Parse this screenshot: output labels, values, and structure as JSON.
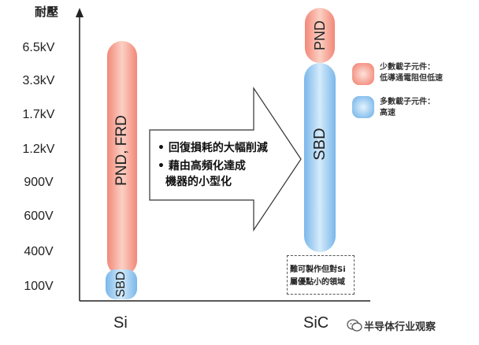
{
  "axis": {
    "title": "耐壓",
    "levels": [
      "6.5kV",
      "3.3kV",
      "1.7kV",
      "1.2kV",
      "900V",
      "600V",
      "400V",
      "100V"
    ]
  },
  "columns": {
    "si": "Si",
    "sic": "SiC"
  },
  "bars": {
    "si_upper": "PND, FRD",
    "si_lower": "SBD",
    "sic_upper": "PND",
    "sic_lower": "SBD"
  },
  "arrow": {
    "line1": "• 回復損耗的大幅削減",
    "line2": "• 藉由高頻化達成",
    "line3": "機器的小型化"
  },
  "legend": {
    "minority_line1": "少數載子元件：",
    "minority_line2": "低導通電阻但低速",
    "majority_line1": "多數載子元件：",
    "majority_line2": "高速"
  },
  "note": {
    "line1": "難可製作但對Si",
    "line2": "屬優點小的領域"
  },
  "watermark": {
    "text": "半导体行业观察"
  },
  "colors": {
    "minority": "#f4998a",
    "majority": "#8fc6ee"
  }
}
